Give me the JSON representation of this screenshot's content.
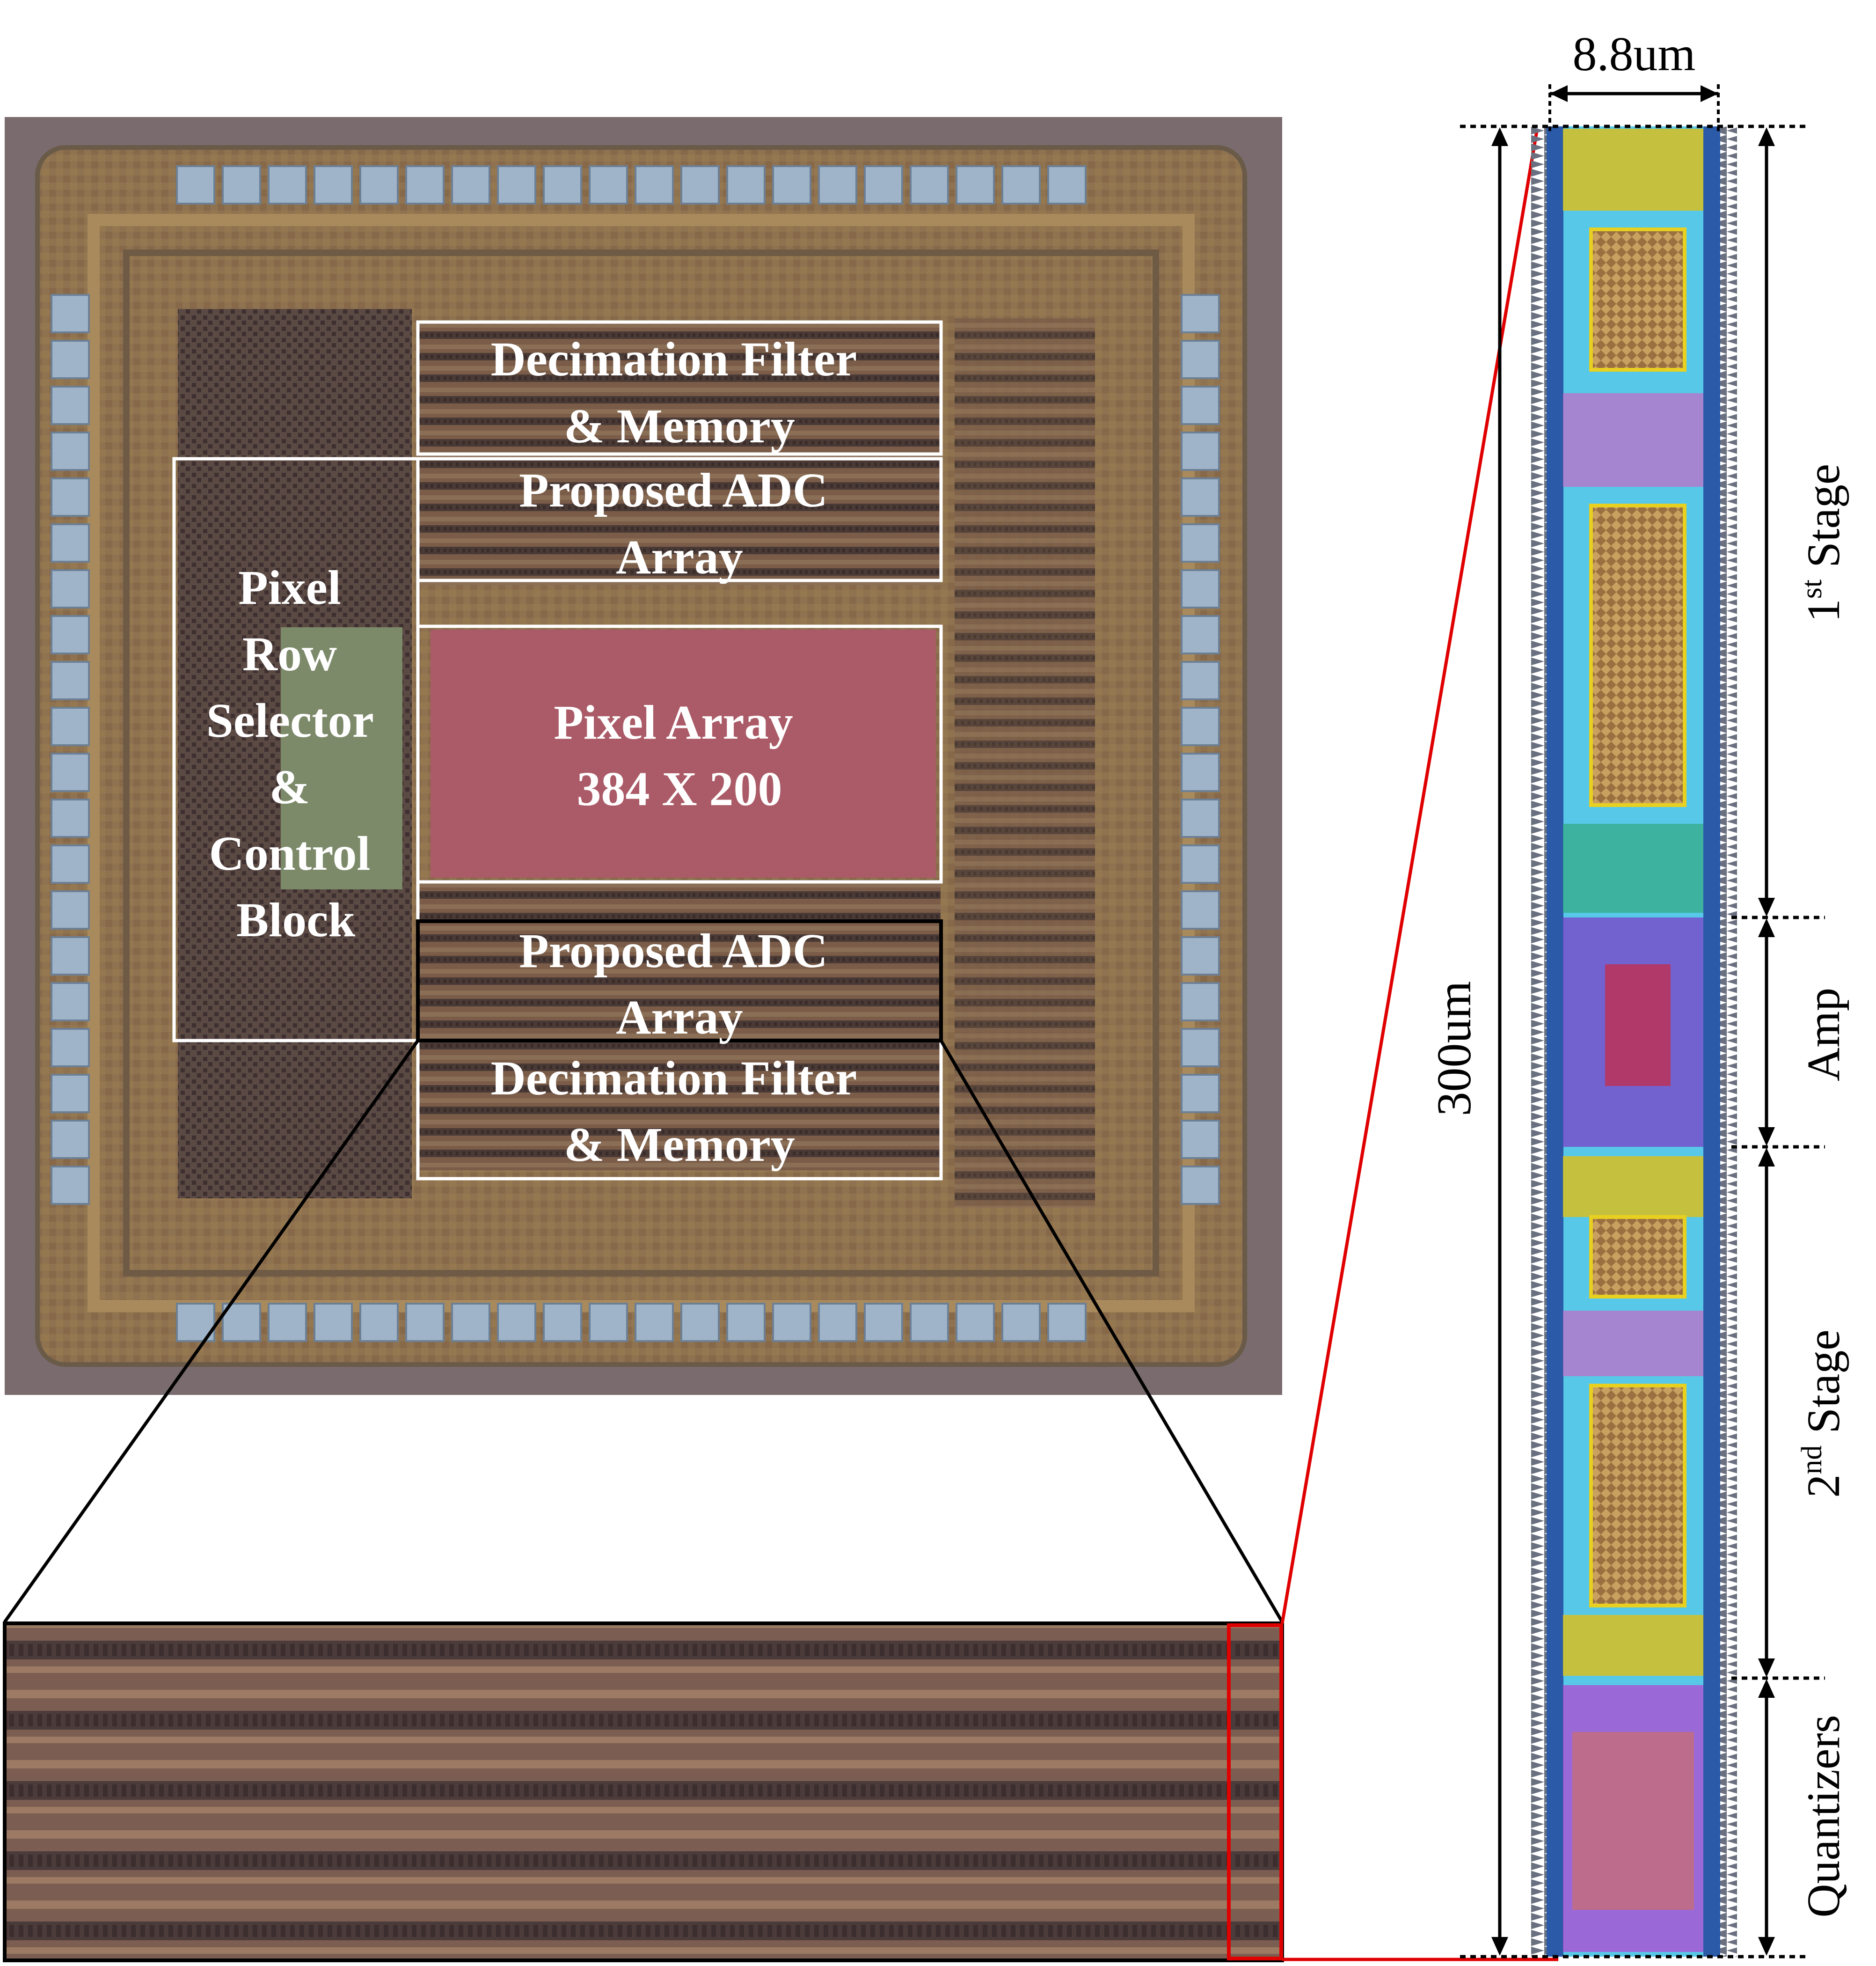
{
  "die_photo": {
    "blocks": {
      "decimation_top": [
        "Decimation Filter",
        "& Memory"
      ],
      "adc_top": [
        "Proposed ADC",
        "Array"
      ],
      "pixel_array": [
        "Pixel Array",
        "384 X 200"
      ],
      "adc_bottom": [
        "Proposed ADC",
        "Array"
      ],
      "decimation_bottom": [
        "Decimation Filter",
        "& Memory"
      ],
      "row_selector": [
        "Pixel",
        "Row",
        "Selector",
        "&",
        "Control",
        "Block"
      ]
    }
  },
  "layout": {
    "width_label": "8.8um",
    "height_label": "300um",
    "stages": {
      "first": {
        "superscript": "st",
        "prefix": "1",
        "suffix": " Stage"
      },
      "amp": "Amp",
      "second": {
        "superscript": "nd",
        "prefix": "2",
        "suffix": " Stage"
      },
      "quantizers": "Quantizers"
    }
  },
  "colors": {
    "die_background": "#7a6b6e",
    "pad_blue": "#9fb4c8",
    "pixel_array": "#a4545f",
    "highlight_black": "#000000",
    "highlight_red": "#e00000",
    "layout_cyan": "#58c8e8",
    "layout_yellow": "#d8c020"
  }
}
